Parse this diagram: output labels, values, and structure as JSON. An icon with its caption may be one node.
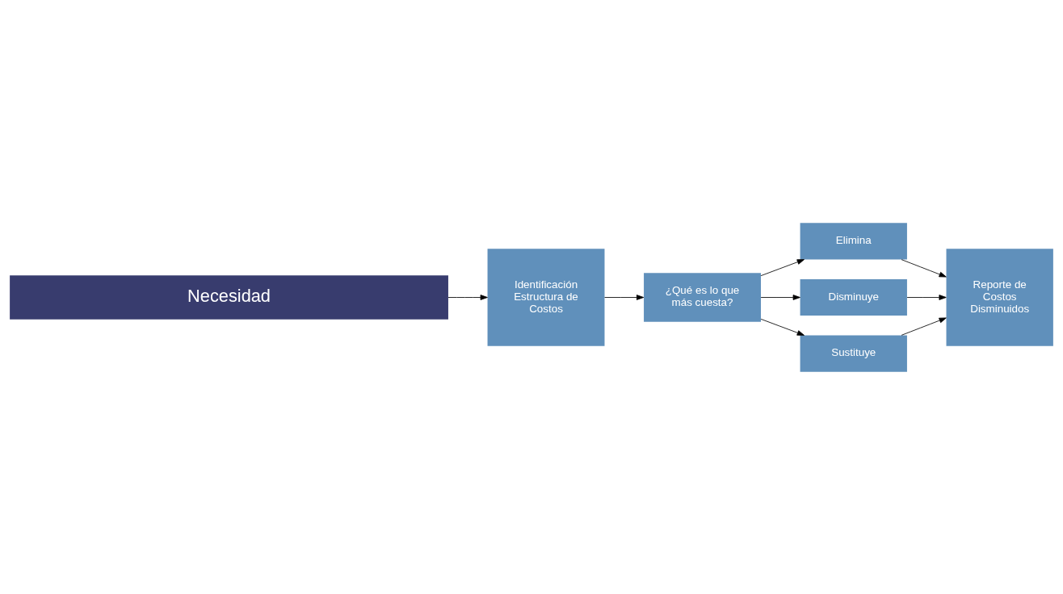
{
  "diagram": {
    "nodes": [
      {
        "text": [
          "Necesidad"
        ]
      },
      {
        "text": [
          "Identificación Estructura de Costos"
        ]
      },
      {
        "text": [
          "¿Qué es lo que más cuesta?"
        ]
      },
      {
        "text": [
          "Elimina"
        ]
      },
      {
        "text": [
          "Disminuye"
        ]
      },
      {
        "text": [
          "Sustituye"
        ]
      },
      {
        "text": [
          "Reporte de Costos Disminuidos"
        ]
      }
    ],
    "edges": [
      {
        "from": 0,
        "to": 1,
        "arrow": "to"
      },
      {
        "from": 1,
        "to": 2,
        "arrow": "to"
      },
      {
        "from": 2,
        "to": 3,
        "arrow": "to"
      },
      {
        "from": 2,
        "to": 4,
        "arrow": "to"
      },
      {
        "from": 2,
        "to": 5,
        "arrow": "to"
      },
      {
        "from": 3,
        "to": 6,
        "arrow": "to"
      },
      {
        "from": 4,
        "to": 6,
        "arrow": "to"
      },
      {
        "from": 5,
        "to": 6,
        "arrow": "to"
      }
    ]
  }
}
